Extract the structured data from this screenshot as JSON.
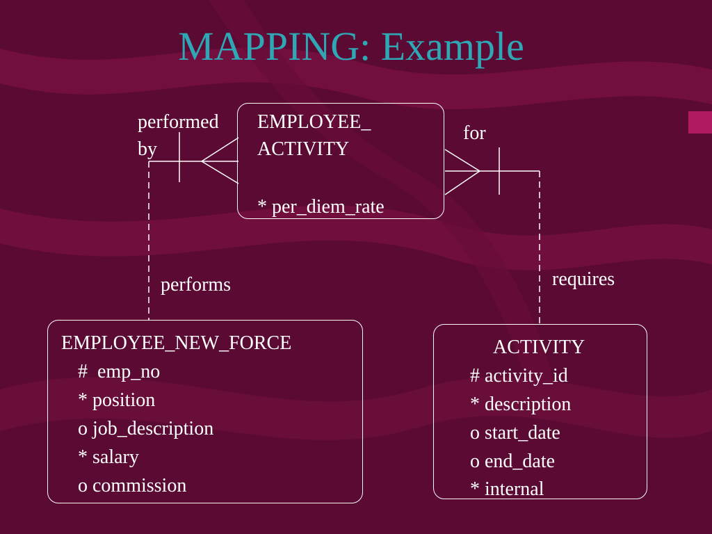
{
  "title": "MAPPING: Example",
  "colors": {
    "background": "#5a0a33",
    "title": "#2fa7b5",
    "lines": "#ffffff",
    "swoosh": "#8a1552"
  },
  "entities": {
    "employee_activity": {
      "name_line1": "EMPLOYEE_",
      "name_line2": "ACTIVITY",
      "attributes": [
        "* per_diem_rate"
      ]
    },
    "employee_new_force": {
      "name": "EMPLOYEE_NEW_FORCE",
      "attributes": [
        "#  emp_no",
        "* position",
        "o job_description",
        "* salary",
        "o commission"
      ]
    },
    "activity": {
      "name": "ACTIVITY",
      "attributes": [
        "# activity_id",
        "* description",
        "o start_date",
        "o end_date",
        "* internal"
      ]
    }
  },
  "relationships": {
    "left_top_line1": "performed",
    "left_top_line2": "by",
    "left_bottom": "performs",
    "right_top": "for",
    "right_bottom": "requires"
  }
}
